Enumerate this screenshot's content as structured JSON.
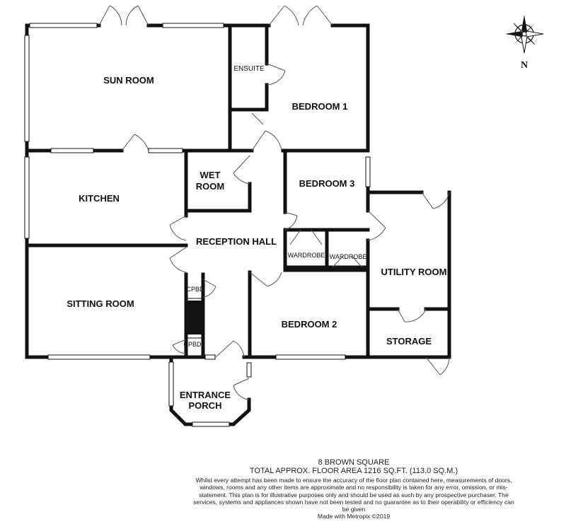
{
  "rooms": {
    "sun_room": "SUN ROOM",
    "ensuite": "ENSUITE",
    "bedroom1": "BEDROOM 1",
    "kitchen": "KITCHEN",
    "wet_room_line1": "WET",
    "wet_room_line2": "ROOM",
    "bedroom3": "BEDROOM 3",
    "reception_hall": "RECEPTION HALL",
    "wardrobe_left": "WARDROBE",
    "wardrobe_right": "WARDROBE",
    "utility_room": "UTILITY ROOM",
    "sitting_room": "SITTING ROOM",
    "cpbd_upper": "CPBD",
    "cpbd_lower": "CPBD",
    "bedroom2": "BEDROOM 2",
    "storage": "STORAGE",
    "entrance_porch_line1": "ENTRANCE",
    "entrance_porch_line2": "PORCH"
  },
  "compass": {
    "north_label": "N"
  },
  "footer": {
    "address": "8 BROWN SQUARE",
    "floor_area": "TOTAL APPROX. FLOOR AREA 1216 SQ.FT. (113.0 SQ.M.)",
    "disclaimer": "Whilst every attempt has been made to ensure the accuracy of the floor plan contained here, measurements of doors, windows, rooms and any other items are approximate and no responsibility is taken for any error, omission, or mis-statement. This plan is for illustrative purposes only and should be used as such by any prospective purchaser. The services, systems and appliances shown have not been tested and no guarantee as to their operability or efficiency can be given",
    "credit": "Made with Metropix ©2019"
  }
}
